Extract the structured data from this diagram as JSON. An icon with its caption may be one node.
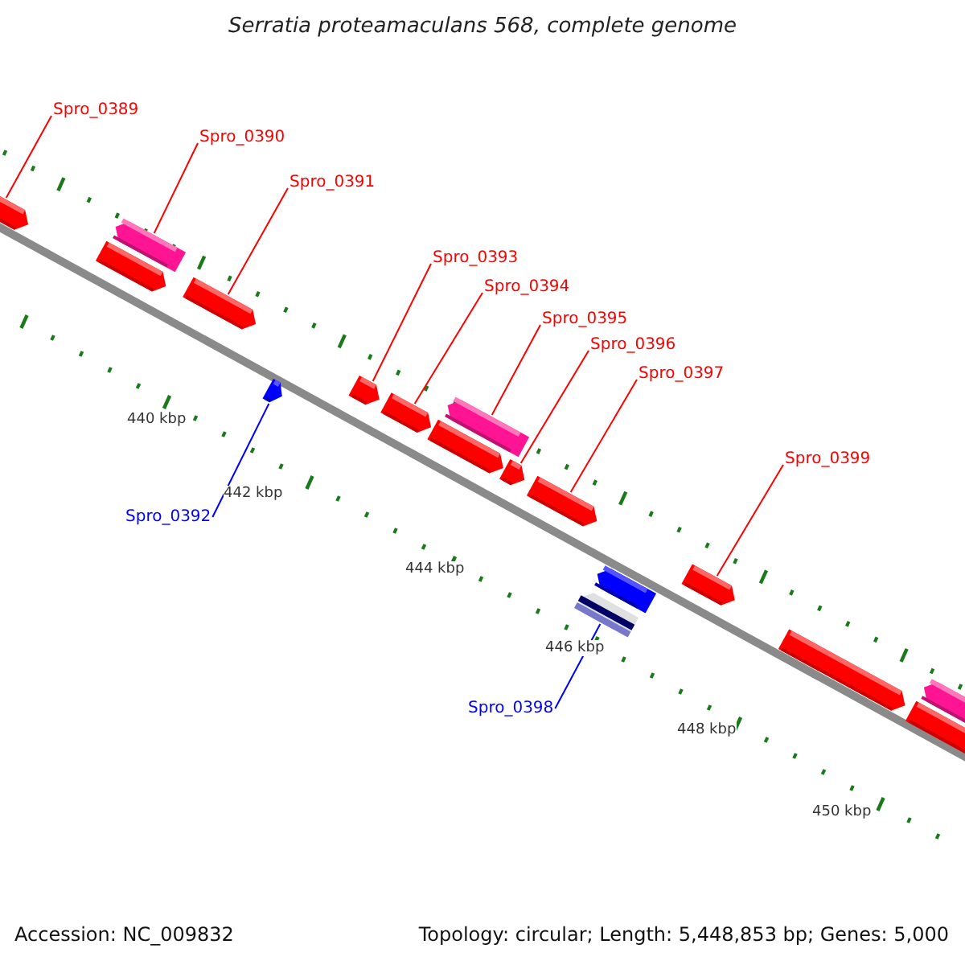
{
  "diagram": {
    "title": "Serratia proteamaculans 568, complete genome",
    "nodes": [
      {
        "text": [
          "Spro_0389"
        ]
      },
      {
        "text": [
          "Spro_0390"
        ]
      },
      {
        "text": [
          "Spro_0391"
        ]
      },
      {
        "text": [
          "Spro_0392"
        ]
      },
      {
        "text": [
          "Spro_0393"
        ]
      },
      {
        "text": [
          "Spro_0394"
        ]
      },
      {
        "text": [
          "Spro_0395"
        ]
      },
      {
        "text": [
          "Spro_0396"
        ]
      },
      {
        "text": [
          "Spro_0397"
        ]
      },
      {
        "text": [
          "Spro_0398"
        ]
      },
      {
        "text": [
          "Spro_0399"
        ]
      },
      {
        "text": [],
        "shape": "bar"
      },
      {
        "text": [],
        "shape": "bar"
      },
      {
        "text": [],
        "shape": "bar"
      },
      {
        "text": [],
        "shape": "bar"
      },
      {
        "text": [],
        "shape": "bar"
      },
      {
        "text": [],
        "shape": "bar"
      },
      {
        "text": [],
        "shape": "bar"
      },
      {
        "text": [],
        "shape": "bar"
      },
      {
        "text": [],
        "shape": "bar"
      },
      {
        "text": [],
        "shape": "bar"
      },
      {
        "text": [],
        "shape": "bar"
      },
      {
        "text": [],
        "shape": "bar"
      },
      {
        "text": [],
        "shape": "bar"
      },
      {
        "text": [],
        "shape": "bar"
      },
      {
        "text": [],
        "shape": "bar"
      },
      {
        "text": [],
        "shape": "bar"
      },
      {
        "text": [],
        "shape": "bar"
      }
    ],
    "edges": [
      {
        "from": 0,
        "to": 11,
        "arrow": "none"
      },
      {
        "from": 1,
        "to": 13,
        "arrow": "none"
      },
      {
        "from": 2,
        "to": 14,
        "arrow": "none"
      },
      {
        "from": 3,
        "to": 15,
        "arrow": "none",
        "color": "#0000ff"
      },
      {
        "from": 4,
        "to": 16,
        "arrow": "none"
      },
      {
        "from": 5,
        "to": 17,
        "arrow": "none"
      },
      {
        "from": 6,
        "to": 19,
        "arrow": "none"
      },
      {
        "from": 7,
        "to": 20,
        "arrow": "none"
      },
      {
        "from": 8,
        "to": 21,
        "arrow": "none"
      },
      {
        "from": 9,
        "to": 22,
        "arrow": "none",
        "color": "#0000ff"
      },
      {
        "from": 10,
        "to": 24,
        "arrow": "none"
      }
    ],
    "labels": [
      "440 kbp",
      "442 kbp",
      "444 kbp",
      "446 kbp",
      "448 kbp",
      "450 kbp",
      "Accession: NC_009832",
      "Topology: circular; Length: 5,448,853 bp; Genes: 5,000"
    ]
  }
}
